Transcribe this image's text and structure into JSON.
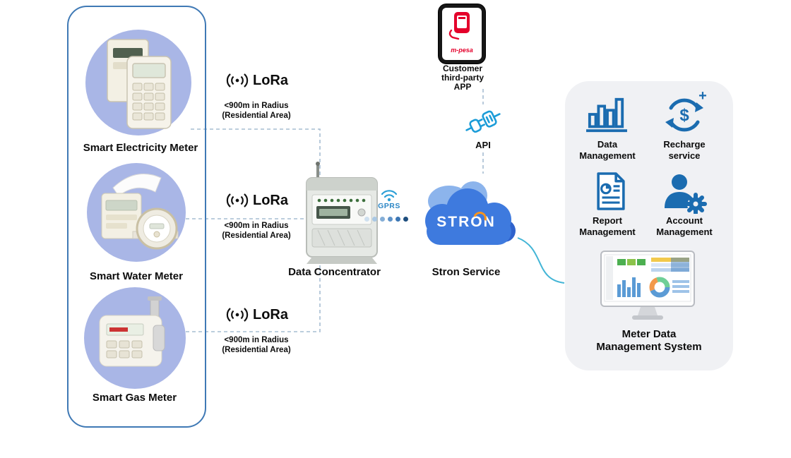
{
  "meters": [
    {
      "label": "Smart Electricity Meter"
    },
    {
      "label": "Smart Water Meter"
    },
    {
      "label": "Smart Gas Meter"
    }
  ],
  "lora": {
    "label": "LoRa",
    "radius": "<900m in Radius",
    "area": "(Residential Area)"
  },
  "concentrator": {
    "label": "Data Concentrator"
  },
  "gprs": {
    "label": "GPRS"
  },
  "cloud": {
    "brand": "STRON",
    "label": "Stron Service"
  },
  "app": {
    "line1": "Customer",
    "line2": "third-party",
    "line3": "APP",
    "brand": "m-pesa"
  },
  "api": {
    "label": "API"
  },
  "services": [
    {
      "line1": "Data",
      "line2": "Management",
      "icon": "bar-chart-icon"
    },
    {
      "line1": "Recharge",
      "line2": "service",
      "icon": "recharge-cycle-icon"
    },
    {
      "line1": "Report",
      "line2": "Management",
      "icon": "report-document-icon"
    },
    {
      "line1": "Account",
      "line2": "Management",
      "icon": "account-gear-icon"
    }
  ],
  "mdms": {
    "line1": "Meter Data",
    "line2": "Management System"
  },
  "icons": {
    "dollar_glyph": "$",
    "plus_glyph": "+"
  },
  "colors": {
    "accent_blue": "#1b6cb0",
    "cloud_blue": "#3e7ade",
    "bubble_blue": "#a9b6e6",
    "panel_gray": "#f0f1f4",
    "orange": "#f7941d",
    "mpesa_red": "#e4002b",
    "link_teal": "#43b5d6"
  }
}
